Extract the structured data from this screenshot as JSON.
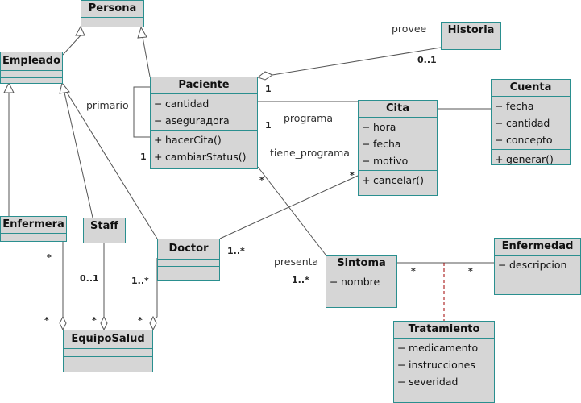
{
  "classes": {
    "persona": {
      "name": "Persona",
      "attributes": [],
      "operations": []
    },
    "historia": {
      "name": "Historia",
      "attributes": [],
      "operations": []
    },
    "empleado": {
      "name": "Empleado",
      "attributes": [],
      "operations": []
    },
    "paciente": {
      "name": "Paciente",
      "attributes": [
        {
          "vis": "−",
          "text": "cantidad"
        },
        {
          "vis": "−",
          "text": "asegurадora"
        }
      ],
      "operations": [
        {
          "vis": "+",
          "text": "hacerCita()"
        },
        {
          "vis": "+",
          "text": "cambiarStatus()"
        }
      ]
    },
    "cita": {
      "name": "Cita",
      "attributes": [
        {
          "vis": "−",
          "text": "hora"
        },
        {
          "vis": "−",
          "text": "fecha"
        },
        {
          "vis": "−",
          "text": "motivo"
        }
      ],
      "operations": [
        {
          "vis": "+",
          "text": "cancelar()"
        }
      ]
    },
    "cuenta": {
      "name": "Cuenta",
      "attributes": [
        {
          "vis": "−",
          "text": "fecha"
        },
        {
          "vis": "−",
          "text": "cantidad"
        },
        {
          "vis": "−",
          "text": "concepto"
        }
      ],
      "operations": [
        {
          "vis": "+",
          "text": "generar()"
        }
      ]
    },
    "enfermera": {
      "name": "Enfermera",
      "attributes": [],
      "operations": []
    },
    "staff": {
      "name": "Staff",
      "attributes": [],
      "operations": []
    },
    "doctor": {
      "name": "Doctor",
      "attributes": [],
      "operations": []
    },
    "sintoma": {
      "name": "Sintoma",
      "attributes": [
        {
          "vis": "−",
          "text": "nombre"
        }
      ],
      "operations": []
    },
    "enfermedad": {
      "name": "Enfermedad",
      "attributes": [
        {
          "vis": "−",
          "text": "descripcion"
        }
      ],
      "operations": []
    },
    "equiposalud": {
      "name": "EquipoSalud",
      "attributes": [],
      "operations": []
    },
    "tratamiento": {
      "name": "Tratamiento",
      "attributes": [
        {
          "vis": "−",
          "text": "medicamento"
        },
        {
          "vis": "−",
          "text": "instrucciones"
        },
        {
          "vis": "−",
          "text": "severidad"
        }
      ],
      "operations": []
    }
  },
  "labels": {
    "provee": "provee",
    "primario": "primario",
    "programa": "programa",
    "tiene_programa": "tiene_programa",
    "presenta": "presenta"
  },
  "multiplicities": {
    "historia_end": "0..1",
    "paciente_historia": "1",
    "paciente_cita": "1",
    "paciente_primario": "1",
    "cita_star": "*",
    "paciente_star": "*",
    "doctor_cita": "1..*",
    "sintoma_presenta": "1..*",
    "sintoma_right": "*",
    "enfermedad_left": "*",
    "enfermera_top": "*",
    "enfermera_bottom": "*",
    "staff_top": "0..1",
    "staff_bottom": "*",
    "doctor_top": "1..*",
    "doctor_bottom": "*"
  },
  "colors": {
    "class_fill": "#d6d6d6",
    "class_border": "#2a8f8f",
    "line": "#555555",
    "dependency": "#a00000"
  }
}
